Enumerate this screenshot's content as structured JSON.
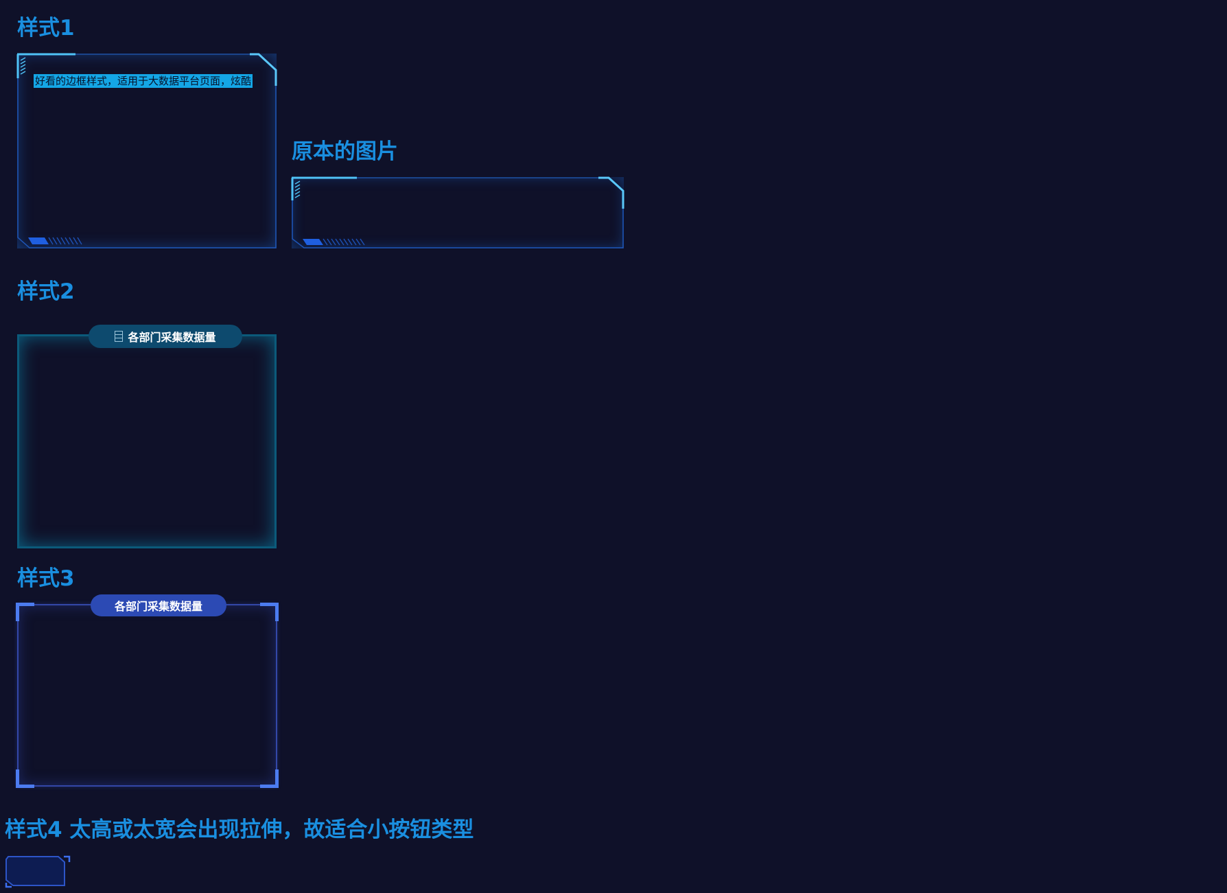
{
  "headings": {
    "style1": "样式1",
    "original": "原本的图片",
    "style2": "样式2",
    "style3": "样式3",
    "style4": "样式4 太高或太宽会出现拉伸，故适合小按钮类型"
  },
  "style1": {
    "selected_text": "好看的边框样式，适用于大数据平台页面，炫酷"
  },
  "style2": {
    "title": "各部门采集数据量",
    "title_icon": "menu-icon"
  },
  "style3": {
    "title": "各部门采集数据量"
  },
  "colors": {
    "background": "#0f1129",
    "heading": "#1a8fe0",
    "frame_accent": "#4fc3f7",
    "style2_border": "#0b5a7a",
    "style3_border": "#3347a8"
  }
}
